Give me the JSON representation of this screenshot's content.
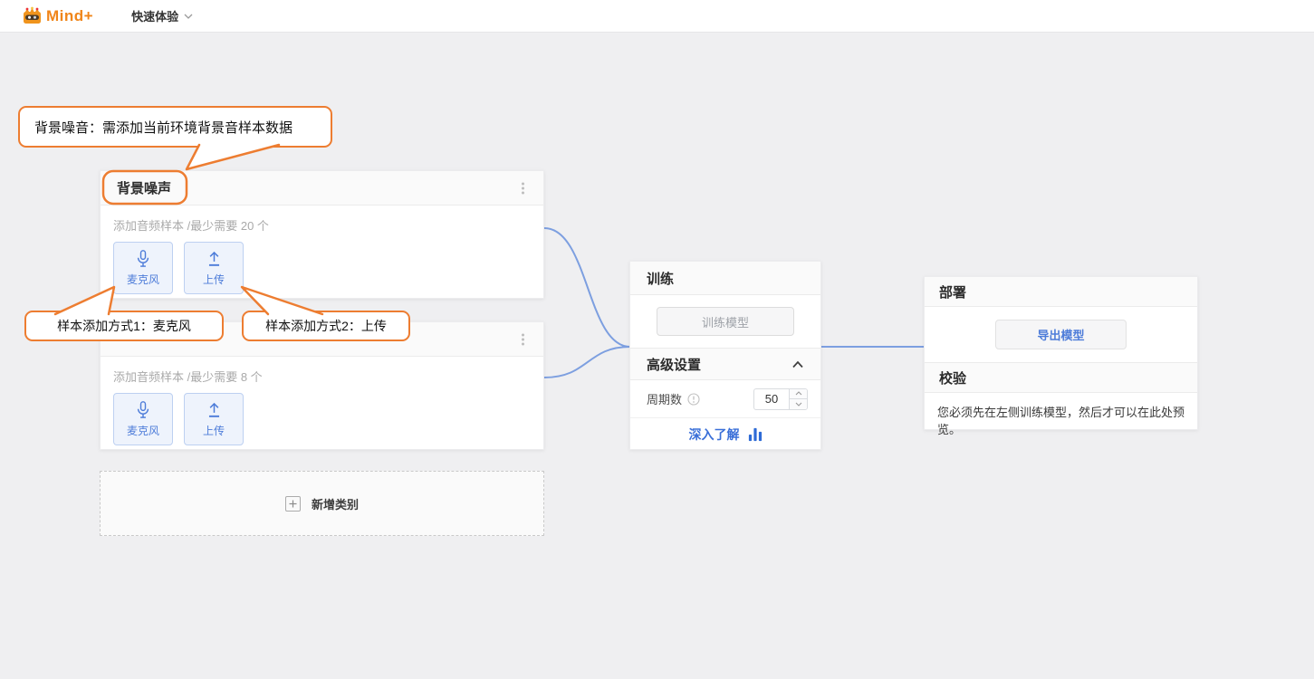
{
  "topbar": {
    "logo": "Mind+",
    "menu_label": "快速体验"
  },
  "annotations": {
    "background_note": "背景噪音：需添加当前环境背景音样本数据",
    "method1_note": "样本添加方式1：麦克风",
    "method2_note": "样本添加方式2：上传"
  },
  "class_cards": {
    "background_noise": {
      "title": "背景噪声",
      "hint": "添加音频样本 /最少需要 20 个",
      "mic": "麦克风",
      "upload": "上传"
    },
    "category": {
      "hint": "添加音频样本 /最少需要 8 个",
      "mic": "麦克风",
      "upload": "上传"
    },
    "add_label": "新增类别"
  },
  "training": {
    "title": "训练",
    "train_button": "训练模型",
    "advanced": "高级设置",
    "epochs_label": "周期数",
    "epochs_value": "50",
    "learn_more": "深入了解"
  },
  "deploy": {
    "title": "部署",
    "export_button": "导出模型",
    "verify_title": "校验",
    "verify_message": "您必须先在左侧训练模型，然后才可以在此处预览。"
  },
  "colors": {
    "annotation_orange": "#ED7D31",
    "link_blue": "#3A6FD8",
    "connector_blue": "#7D9FE0",
    "sample_button_blue": "#4D7CD9",
    "page_background": "#EFEFF1"
  }
}
